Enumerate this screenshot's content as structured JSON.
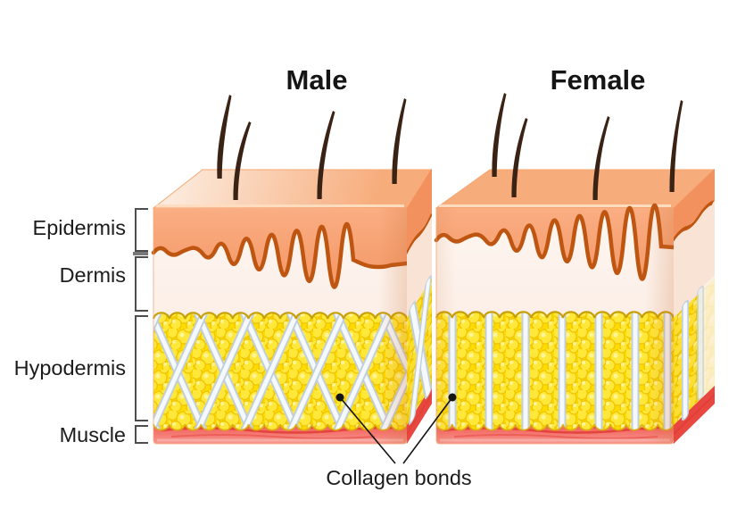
{
  "titles": {
    "male": "Male",
    "female": "Female"
  },
  "layers": [
    {
      "label": "Epidermis"
    },
    {
      "label": "Dermis"
    },
    {
      "label": "Hypodermis"
    },
    {
      "label": "Muscle"
    }
  ],
  "annotations": {
    "collagen_bonds": "Collagen bonds"
  },
  "colors": {
    "title_text": "#151515",
    "label_text": "#1c1c1c",
    "epidermis": "#F8A77A",
    "epidermis_boundary": "#BE5511",
    "dermis": "#FBEFE8",
    "hypodermis_fat": "#FFDC00",
    "fat_cell": "#FFE839",
    "fat_edge_outline": "#C79F08",
    "collagen_core": "#F5F9FC",
    "collagen_edge": "#C2CFDA",
    "muscle": "#F2625C",
    "muscle_streak": "#E23B35",
    "hair": "#3A2314",
    "bracket": "#4D4D4D",
    "pointer": "#141414"
  }
}
